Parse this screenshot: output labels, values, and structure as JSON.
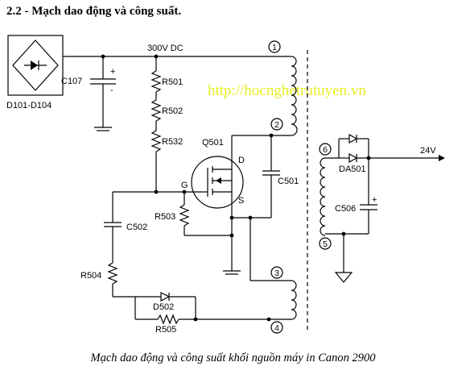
{
  "heading": "2.2 - Mạch dao động và công suất.",
  "caption": "Mạch dao động và công suất khối nguồn máy in Canon 2900",
  "watermark": "http://hocnghetrutuyen.vn",
  "labels": {
    "supply": "300V DC",
    "bridge": "D101-D104",
    "c107": "C107",
    "r501": "R501",
    "r502": "R502",
    "r532": "R532",
    "q501": "Q501",
    "gate": "G",
    "drain": "D",
    "source": "S",
    "c501": "C501",
    "r503": "R503",
    "c502": "C502",
    "r504": "R504",
    "d502": "D502",
    "r505": "R505",
    "da501": "DA501",
    "c506": "C506",
    "out": "24V",
    "plus1": "+",
    "minus1": "-",
    "plus2": "+"
  },
  "pins": {
    "p1": "1",
    "p2": "2",
    "p3": "3",
    "p4": "4",
    "p5": "5",
    "p6": "6"
  }
}
